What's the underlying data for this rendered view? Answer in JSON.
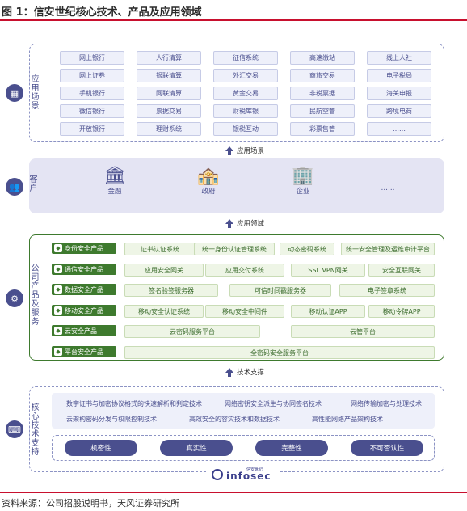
{
  "title": "图 1：信安世纪核心技术、产品及应用领域",
  "source": "资料来源：公司招股说明书，天风证券研究所",
  "application": {
    "label": "应用场景",
    "columns": [
      [
        "网上银行",
        "网上证券",
        "手机银行",
        "微信银行",
        "开放银行"
      ],
      [
        "人行清算",
        "银联清算",
        "网联清算",
        "票据交易",
        "理财系统"
      ],
      [
        "征信系统",
        "外汇交易",
        "黄金交易",
        "财税库银",
        "银税互动"
      ],
      [
        "高速缴站",
        "商旅交易",
        "非税票据",
        "民航空管",
        "彩票售管"
      ],
      [
        "线上人社",
        "电子税局",
        "海关申报",
        "跨境电商",
        "……"
      ]
    ]
  },
  "arrow1": "应用场景",
  "customer": {
    "label": "客户",
    "items": [
      "金融",
      "政府",
      "企业",
      "……"
    ]
  },
  "arrow2": "应用领域",
  "products": {
    "label": "公司产品及服务",
    "rows": [
      {
        "name": "身份安全产品",
        "items": [
          "证书认证系统",
          "统一身份认证管理系统",
          "动态密码系统",
          "统一安全管理及运维审计平台"
        ]
      },
      {
        "name": "通信安全产品",
        "items": [
          "应用安全网关",
          "应用交付系统",
          "SSL VPN网关",
          "安全互联网关"
        ]
      },
      {
        "name": "数据安全产品",
        "items": [
          "签名验签服务器",
          "可信时间戳服务器",
          "电子签章系统"
        ]
      },
      {
        "name": "移动安全产品",
        "items": [
          "移动安全认证系统",
          "移动安全中间件",
          "移动认证APP",
          "移动令牌APP"
        ]
      },
      {
        "name": "云安全产品",
        "items": [
          "云密码服务平台",
          "云管平台"
        ]
      },
      {
        "name": "平台安全产品",
        "items": [
          "全密码安全服务平台"
        ]
      }
    ]
  },
  "arrow3": "技术支撑",
  "tech": {
    "label": "核心技术支持",
    "lines": [
      [
        "数字证书与加密协议格式的快速解析和判定技术",
        "网络密钥安全派生与协同签名技术",
        "网络传输加密与处理技术"
      ],
      [
        "云架构密码分发与权限控制技术",
        "高效安全的容灾技术和数据技术",
        "高性能网络产品架构技术",
        "……"
      ]
    ],
    "pills": [
      "机密性",
      "真实性",
      "完整性",
      "不可否认性"
    ],
    "logo": "infosec",
    "logo_sub": "信安世纪"
  }
}
